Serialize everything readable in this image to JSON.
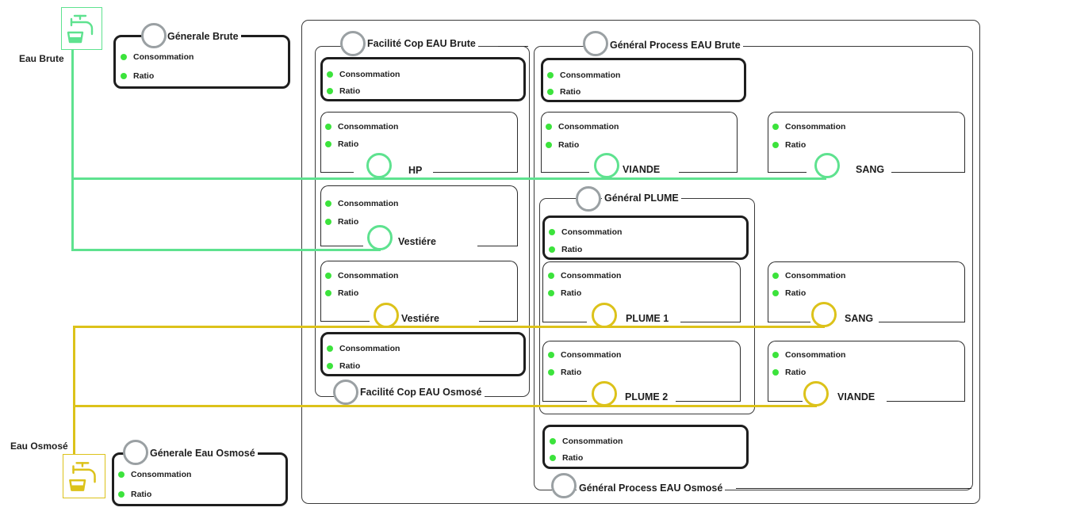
{
  "colors": {
    "water_brute": "#5ee28f",
    "water_osmose": "#dcc21a",
    "status_dot": "#3ce33c",
    "ring_gray": "#9aa0a3"
  },
  "sources": {
    "brute": {
      "label": "Eau Brute",
      "icon": "water-tap-icon"
    },
    "osmose": {
      "label": "Eau Osmosé",
      "icon": "water-tap-icon"
    }
  },
  "metrics": {
    "consommation": "Consommation",
    "ratio": "Ratio"
  },
  "titles": {
    "generale_brute": "Génerale Brute",
    "generale_osmose": "Génerale Eau Osmosé",
    "facilite_brute": "Facilité Cop EAU Brute",
    "facilite_osmose": "Facilité Cop EAU Osmosé",
    "process_brute": "Général Process EAU Brute",
    "process_osmose": "Général Process EAU Osmosé",
    "plume": "Général PLUME"
  },
  "nodes": {
    "hp": "HP",
    "vestiere_brute": "Vestiére",
    "vestiere_osmose": "Vestiére",
    "viande_brute": "VIANDE",
    "sang_brute": "SANG",
    "plume1": "PLUME 1",
    "plume2": "PLUME 2",
    "sang_osmose": "SANG",
    "viande_osmose": "VIANDE"
  }
}
